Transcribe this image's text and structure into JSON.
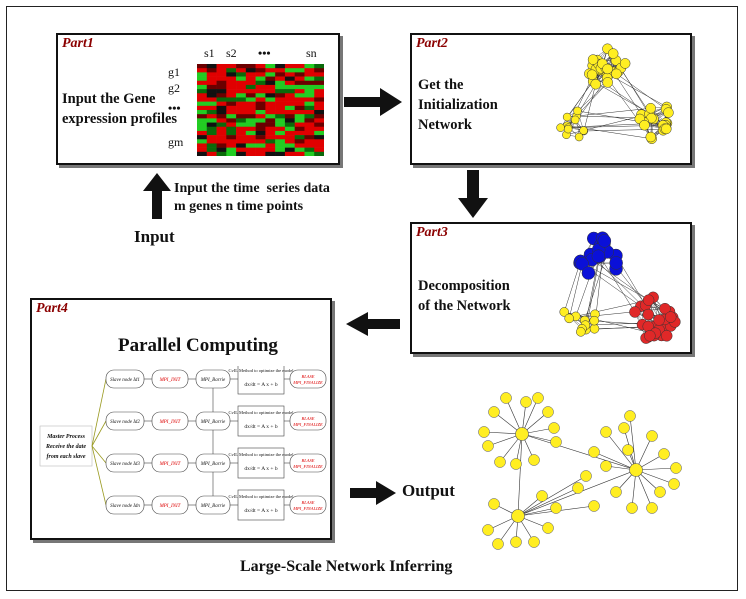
{
  "part1": {
    "label": "Part1",
    "text": "Input the Gene expression profiles",
    "col_labels": [
      "s1",
      "s2",
      "•••",
      "sn"
    ],
    "row_labels": [
      "g1",
      "g2",
      "•••",
      "gm"
    ]
  },
  "part2": {
    "label": "Part2",
    "text": "Get the Initialization Network"
  },
  "part3": {
    "label": "Part3",
    "text": "Decomposition of the Network"
  },
  "part4": {
    "label": "Part4",
    "title": "Parallel Computing",
    "master_text": "Master Process Receive the date from each slave",
    "rows": [
      {
        "node": "Slave node Id1",
        "mpi": "MPI_INIT",
        "cell": "MPI_Barrie",
        "method": "CvIL Method to optimize the model",
        "out": "BLASE MPI_FINALIZE"
      },
      {
        "node": "Slave node Id2",
        "mpi": "MPI_INIT",
        "cell": "MPI_Barrie",
        "method": "CvIL Method to optimize the model",
        "out": "BLASE MPI_FINALIZE"
      },
      {
        "node": "Slave node Id3",
        "mpi": "MPI_INIT",
        "cell": "MPI_Barrie",
        "method": "CvIL Method to optimize the model",
        "out": "BLASE MPI_FINALIZE"
      },
      {
        "node": "Slave node Idn",
        "mpi": "MPI_INIT",
        "cell": "MPI_Barrie",
        "method": "CvIL Method to optimize the model",
        "out": "BLASE MPI_FINALIZE"
      }
    ]
  },
  "input": {
    "label": "Input",
    "description": "Input the time  series data\nm genes n time points"
  },
  "output": {
    "label": "Output"
  },
  "footer": "Large-Scale Network Inferring",
  "colors": {
    "part_label": "#8b0000",
    "yellow_node": "#ffee22",
    "blue_node": "#0a10d8",
    "red_node": "#e02828",
    "heat_red": "#e00000",
    "heat_green": "#22cc22"
  }
}
